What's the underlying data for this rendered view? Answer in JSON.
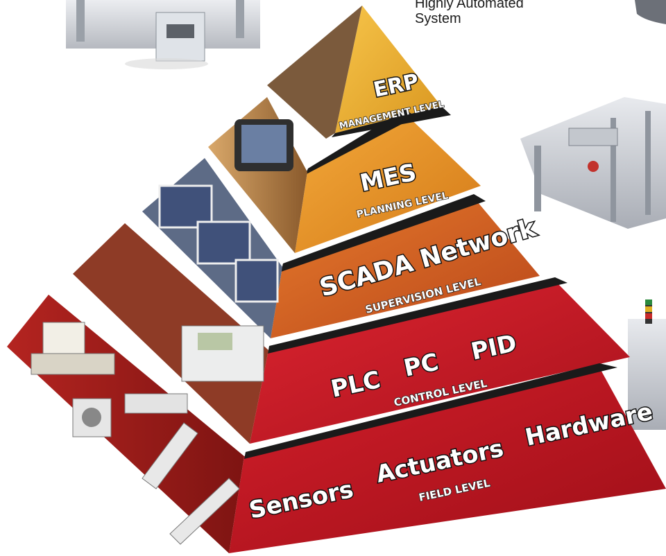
{
  "caption": {
    "line1": "Highly Automated",
    "line2": "System"
  },
  "colors": {
    "erp": "#f0b12d",
    "mes": "#e89323",
    "scada": "#d2601e",
    "plc": "#cc1a27",
    "field": "#bd1420",
    "left_face": "#9a1a18",
    "gap": "#1a1a1a"
  },
  "levels": [
    {
      "key": "erp",
      "title": "ERP",
      "subtitle": "MANAGEMENT LEVEL"
    },
    {
      "key": "mes",
      "title": "MES",
      "subtitle": "PLANNING LEVEL"
    },
    {
      "key": "scada",
      "title": "SCADA Network",
      "subtitle": "SUPERVISION LEVEL"
    },
    {
      "key": "plc",
      "items": [
        "PLC",
        "PC",
        "PID"
      ],
      "subtitle": "CONTROL LEVEL"
    },
    {
      "key": "field",
      "items": [
        "Sensors",
        "Actuators",
        "Hardware"
      ],
      "subtitle": "FIELD LEVEL"
    }
  ],
  "photos": [
    "workstation-photo-top-left",
    "factory-line-photo-right",
    "robot-cell-photo-right",
    "signal-tower-photo-right"
  ]
}
